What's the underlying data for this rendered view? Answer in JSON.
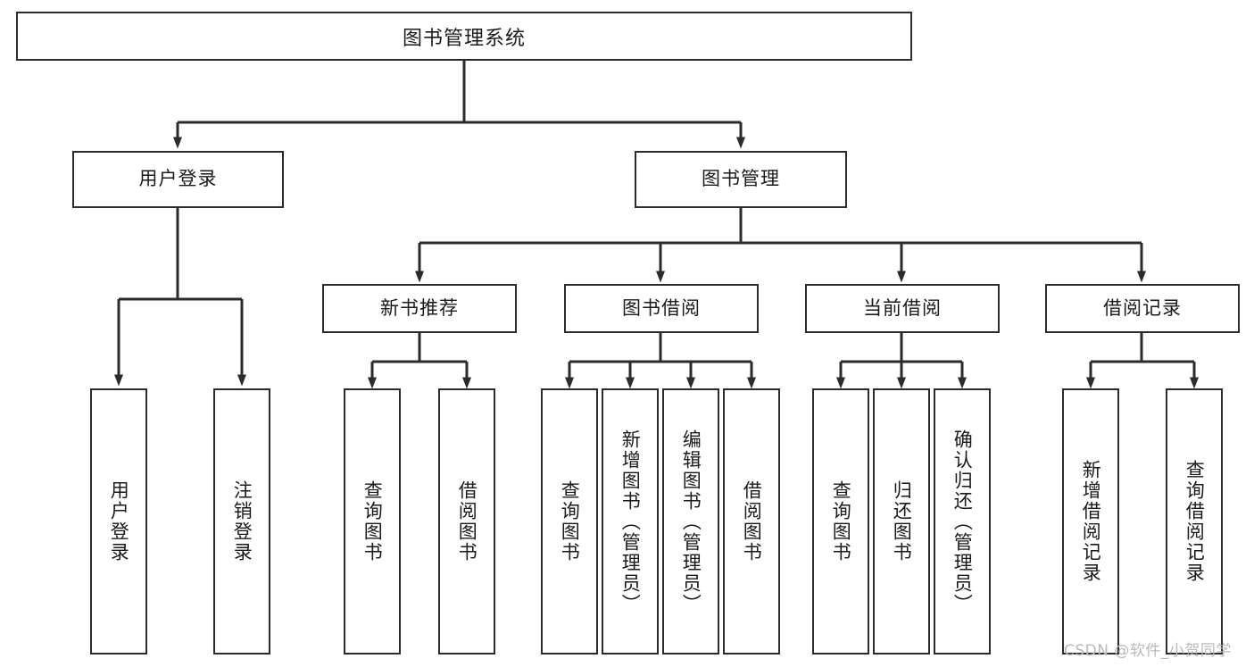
{
  "diagram": {
    "title": "图书管理系统",
    "type": "tree-hierarchy",
    "root": {
      "label": "图书管理系统"
    },
    "level2": [
      {
        "label": "用户登录"
      },
      {
        "label": "图书管理"
      }
    ],
    "level3": [
      {
        "label": "新书推荐"
      },
      {
        "label": "图书借阅"
      },
      {
        "label": "当前借阅"
      },
      {
        "label": "借阅记录"
      }
    ],
    "leaves_user_login": [
      {
        "label": "用户登录"
      },
      {
        "label": "注销登录"
      }
    ],
    "leaves_new_book": [
      {
        "label": "查询图书"
      },
      {
        "label": "借阅图书"
      }
    ],
    "leaves_borrow": [
      {
        "label": "查询图书"
      },
      {
        "label": "新增图书（管理员）"
      },
      {
        "label": "编辑图书（管理员）"
      },
      {
        "label": "借阅图书"
      }
    ],
    "leaves_current": [
      {
        "label": "查询图书"
      },
      {
        "label": "归还图书"
      },
      {
        "label": "确认归还（管理员）"
      }
    ],
    "leaves_record": [
      {
        "label": "新增借阅记录"
      },
      {
        "label": "查询借阅记录"
      }
    ]
  },
  "watermark": {
    "text": "CSDN @软件_小贺同学"
  },
  "colors": {
    "stroke": "#2b2b2b",
    "background": "#ffffff",
    "text": "#1a1a1a",
    "watermark": "#b9b9b9"
  }
}
